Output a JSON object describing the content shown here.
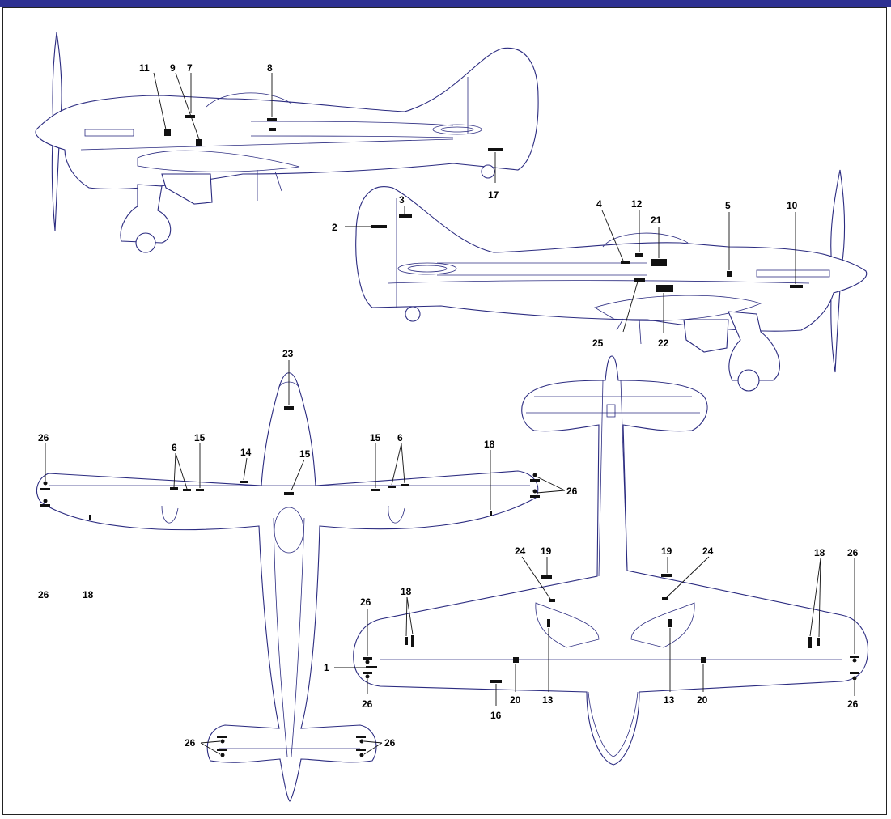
{
  "colors": {
    "header_bar": "#2e3192",
    "outline": "#2b2b80",
    "marking": "#111111"
  },
  "callouts": {
    "side_left": {
      "n11": "11",
      "n9": "9",
      "n7": "7",
      "n8": "8",
      "n17": "17"
    },
    "side_right": {
      "n3": "3",
      "n2": "2",
      "n4": "4",
      "n12": "12",
      "n21": "21",
      "n5": "5",
      "n10": "10",
      "n25": "25",
      "n22": "22"
    },
    "top_view": {
      "n23": "23",
      "n26a": "26",
      "n6a": "6",
      "n15a": "15",
      "n14": "14",
      "n15b": "15",
      "n15c": "15",
      "n6b": "6",
      "n18a": "18",
      "n26b": "26",
      "n26c": "26",
      "n18b": "18",
      "n26d": "26"
    },
    "bottom_view": {
      "n24a": "24",
      "n19a": "19",
      "n19b": "19",
      "n24b": "24",
      "n18c": "18",
      "n26e": "26",
      "n26f": "26",
      "n18d": "18",
      "n1": "1",
      "n26g": "26",
      "n16": "16",
      "n20a": "20",
      "n13a": "13",
      "n13b": "13",
      "n20b": "20",
      "n26h": "26"
    }
  }
}
